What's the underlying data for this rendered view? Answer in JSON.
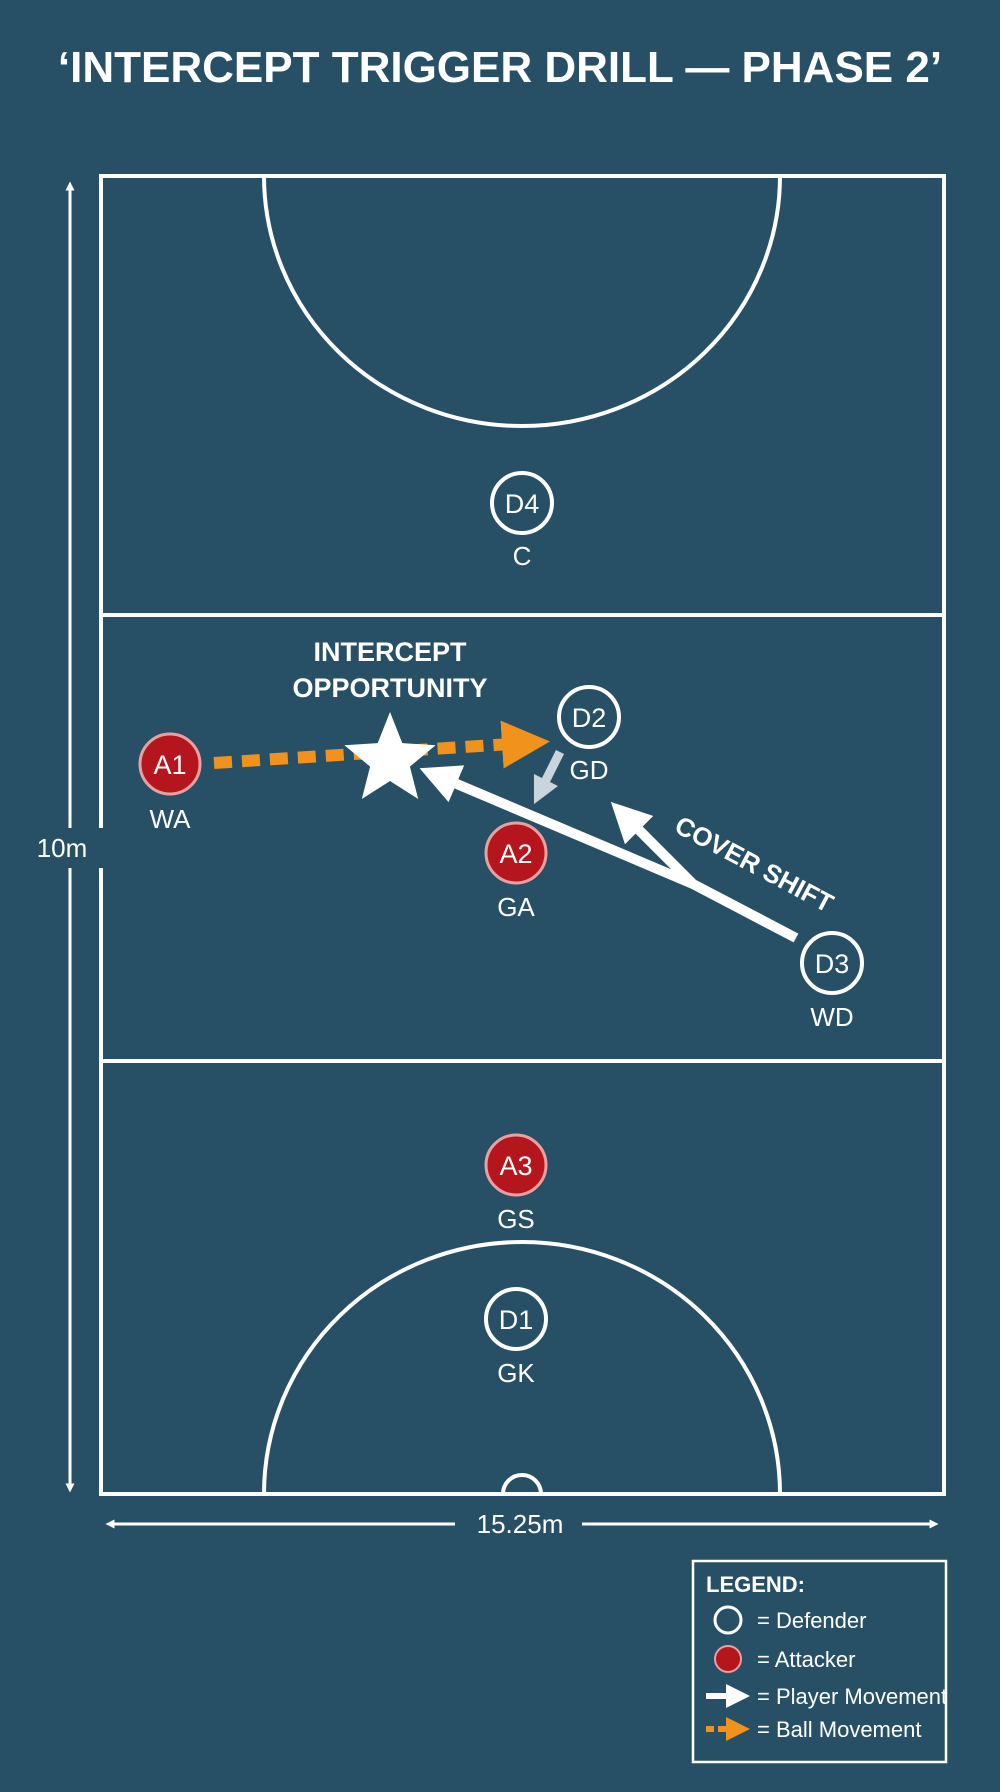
{
  "title": "‘INTERCEPT TRIGGER DRILL — PHASE 2’",
  "dimensions": {
    "height": "10m",
    "width": "15.25m"
  },
  "players": {
    "d4": {
      "id": "D4",
      "position": "C"
    },
    "d2": {
      "id": "D2",
      "position": "GD"
    },
    "d3": {
      "id": "D3",
      "position": "WD"
    },
    "d1": {
      "id": "D1",
      "position": "GK"
    },
    "a1": {
      "id": "A1",
      "position": "WA"
    },
    "a2": {
      "id": "A2",
      "position": "GA"
    },
    "a3": {
      "id": "A3",
      "position": "GS"
    }
  },
  "annotations": {
    "intercept_line1": "INTERCEPT",
    "intercept_line2": "OPPORTUNITY",
    "cover_shift": "COVER SHIFT"
  },
  "legend": {
    "title": "LEGEND:",
    "defender": "= Defender",
    "attacker": "= Attacker",
    "player_movement": "= Player Movement",
    "ball_movement": "= Ball Movement"
  },
  "colors": {
    "background": "#275067",
    "lines": "#ffffff",
    "attacker": "#b5161d",
    "ball_movement": "#f0921c",
    "secondary_arrow": "#c9d4dc"
  }
}
